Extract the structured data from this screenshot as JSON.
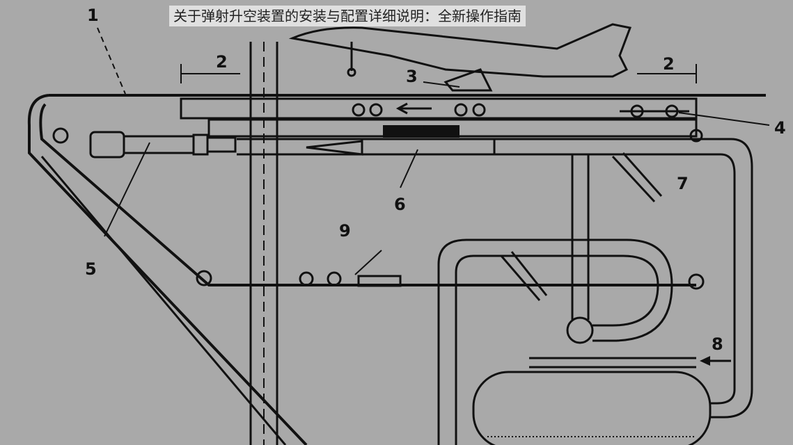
{
  "title": "关于弹射升空装置的安装与配置详细说明：全新操作指南",
  "labels": [
    "1",
    "2",
    "2",
    "3",
    "4",
    "5",
    "6",
    "7",
    "8",
    "9"
  ]
}
